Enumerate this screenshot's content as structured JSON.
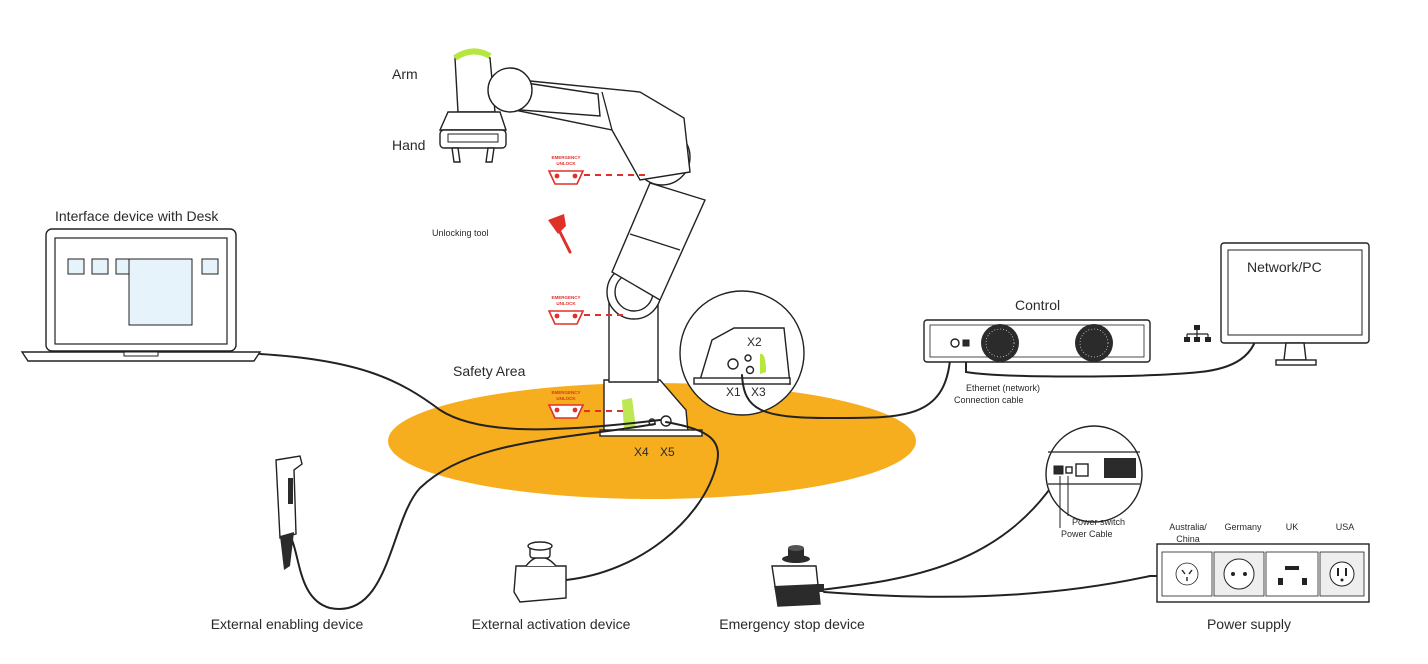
{
  "labels": {
    "arm": "Arm",
    "hand": "Hand",
    "interface_device": "Interface device with Desk",
    "unlocking_tool": "Unlocking tool",
    "safety_area": "Safety Area",
    "control": "Control",
    "network_pc": "Network/PC",
    "ethernet": "Ethernet (network)",
    "connection_cable": "Connection cable",
    "power_switch": "Power switch",
    "power_cable": "Power Cable",
    "external_enabling": "External enabling device",
    "external_activation": "External activation device",
    "emergency_stop": "Emergency stop device",
    "power_supply": "Power supply"
  },
  "connectors": {
    "x1": "X1",
    "x2": "X2",
    "x3": "X3",
    "x4": "X4",
    "x5": "X5"
  },
  "emergency_unlock": [
    "EMERGENCY",
    "UNLOCK"
  ],
  "plugs": {
    "australia_line1": "Australia/",
    "australia_line2": "China",
    "germany": "Germany",
    "uk": "UK",
    "usa": "USA"
  },
  "colors": {
    "safety_area": "#f7ae1e",
    "highlight": "#b6e640",
    "accent_red": "#e0302a",
    "screen_fill": "#e6f3fb",
    "line": "#222222"
  }
}
